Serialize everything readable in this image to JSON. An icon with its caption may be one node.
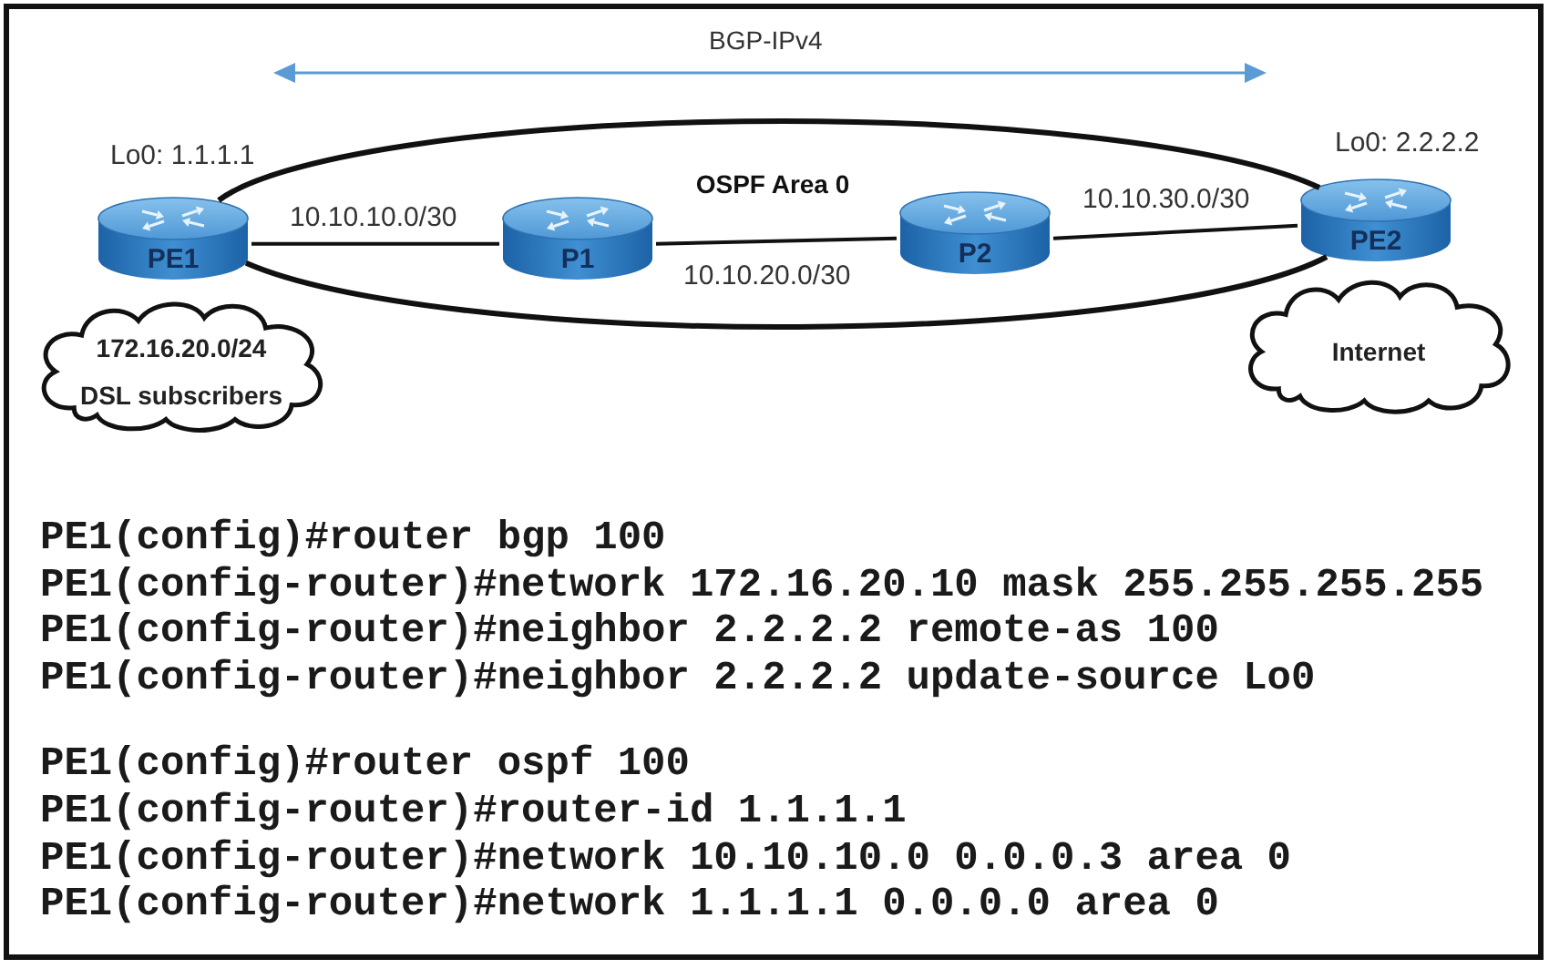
{
  "diagram": {
    "nodes": [
      {
        "text": [
          "OSPF Area 0"
        ]
      },
      {
        "text": [
          "PE1"
        ],
        "beside": [
          "Lo0: 1.1.1.1"
        ]
      },
      {
        "text": [
          "P1"
        ],
        "in": 0
      },
      {
        "text": [
          "P2"
        ],
        "in": 0
      },
      {
        "text": [
          "PE2"
        ],
        "beside": [
          "Lo0: 2.2.2.2"
        ]
      },
      {
        "text": [
          "172.16.20.0/24",
          "DSL subscribers"
        ]
      },
      {
        "text": [
          "Internet"
        ]
      }
    ],
    "edges": [
      {
        "from": 1,
        "to": 2,
        "arrow": "none",
        "label": "10.10.10.0/30"
      },
      {
        "from": 2,
        "to": 3,
        "arrow": "none",
        "label": "10.10.20.0/30"
      },
      {
        "from": 3,
        "to": 4,
        "arrow": "none",
        "label": "10.10.30.0/30"
      }
    ],
    "labels": [
      "BGP-IPv4",
      "PE1(config)#router bgp 100",
      "PE1(config-router)#network 172.16.20.10 mask 255.255.255.255",
      "PE1(config-router)#neighbor 2.2.2.2 remote-as 100",
      "PE1(config-router)#neighbor 2.2.2.2 update-source Lo0",
      "PE1(config)#router ospf 100",
      "PE1(config-router)#router-id 1.1.1.1",
      "PE1(config-router)#network 10.10.10.0 0.0.0.3 area 0",
      "PE1(config-router)#network 1.1.1.1 0.0.0.0 area 0"
    ]
  }
}
